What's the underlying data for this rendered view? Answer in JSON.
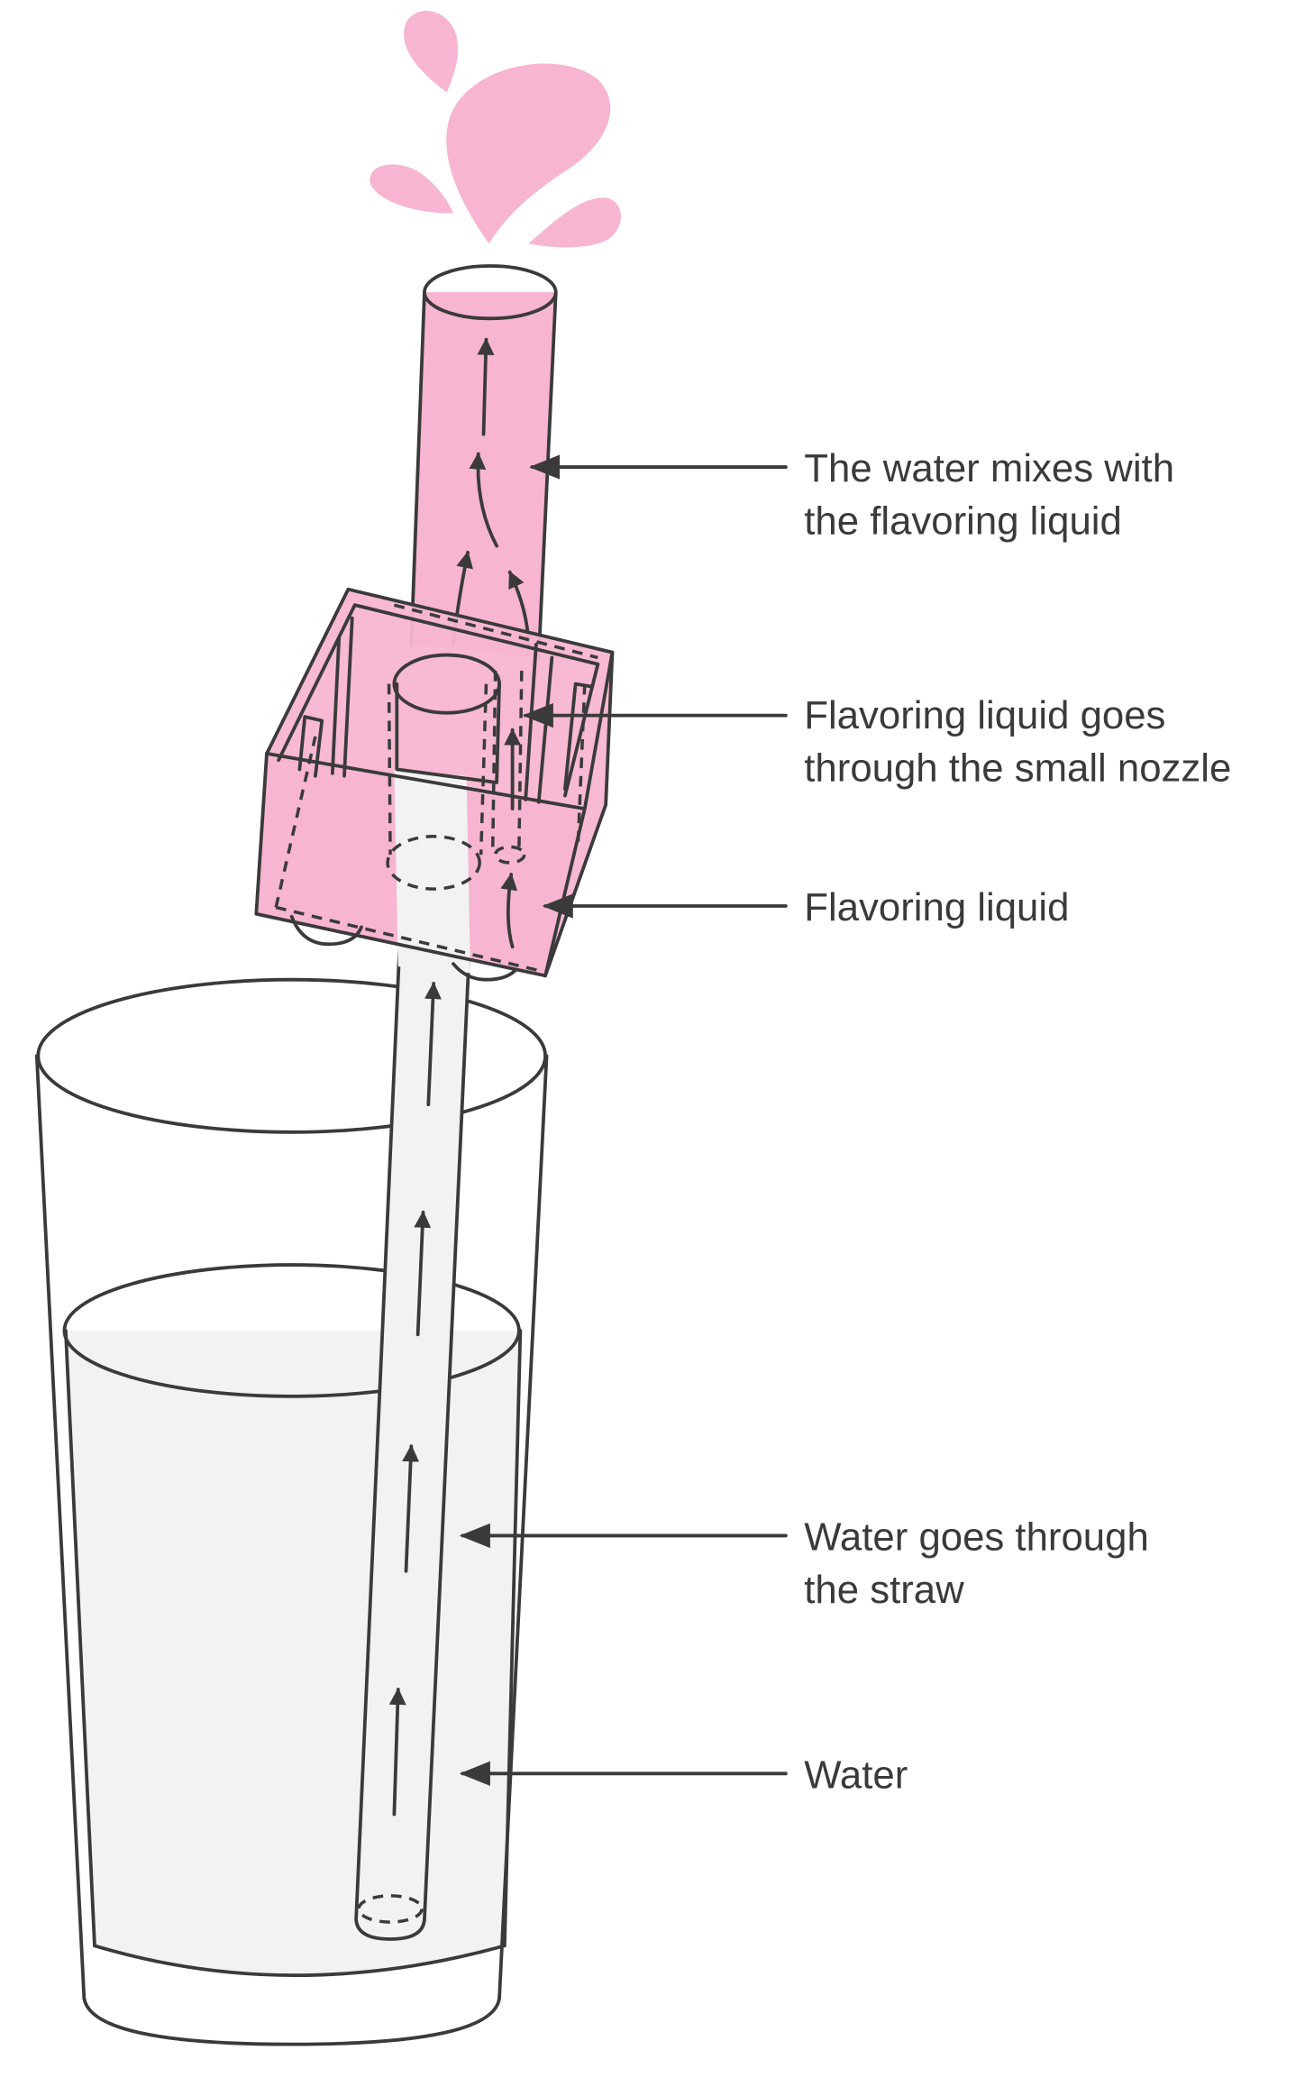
{
  "labels": {
    "mix": [
      "The water mixes with",
      "the flavoring liquid"
    ],
    "nozzle": [
      "Flavoring liquid goes",
      "through the small nozzle"
    ],
    "flavor": [
      "Flavoring liquid"
    ],
    "straw": [
      "Water goes through",
      "the straw"
    ],
    "water": [
      "Water"
    ]
  },
  "colors": {
    "pink": "#f7b5d2",
    "water": "#f2f2f2",
    "stroke": "#3a3a3a"
  }
}
